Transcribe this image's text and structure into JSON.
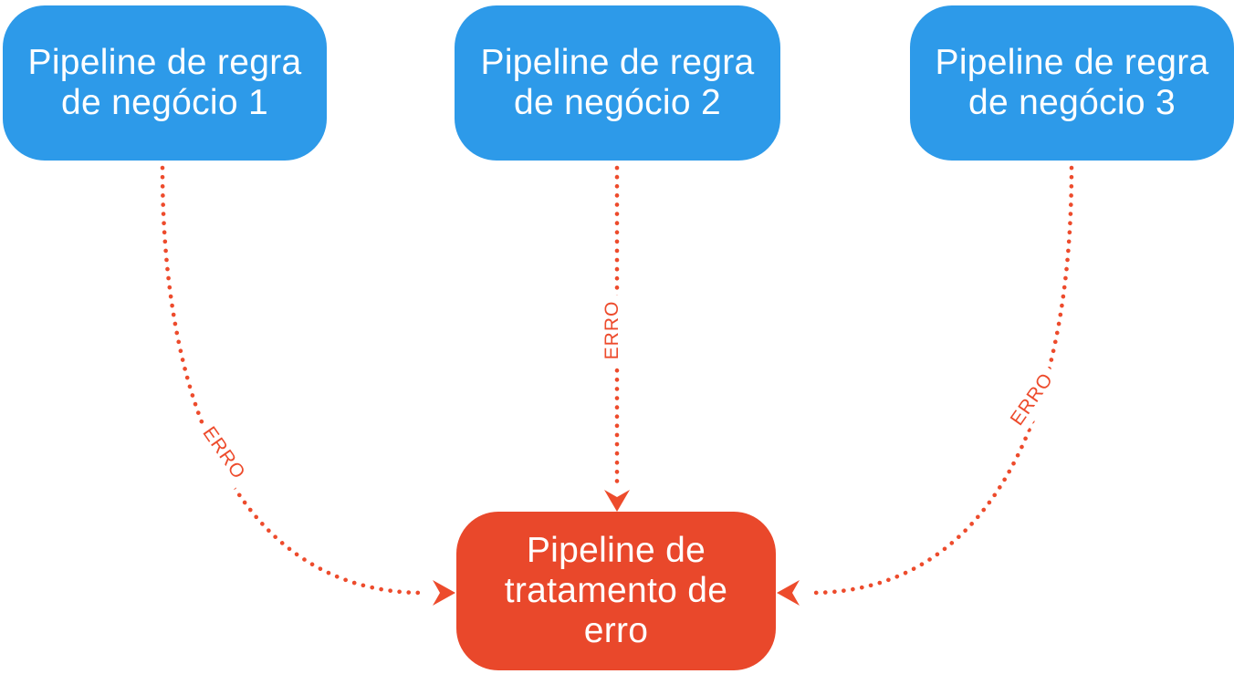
{
  "diagram": {
    "nodes": [
      {
        "id": "regra1",
        "type": "business-rule-pipeline",
        "label": "Pipeline de regra\nde negócio 1"
      },
      {
        "id": "regra2",
        "type": "business-rule-pipeline",
        "label": "Pipeline de regra\nde negócio 2"
      },
      {
        "id": "regra3",
        "type": "business-rule-pipeline",
        "label": "Pipeline de regra\nde negócio 3"
      },
      {
        "id": "erro",
        "type": "error-handling-pipeline",
        "label": "Pipeline de\ntratamento de\nerro"
      }
    ],
    "edges": [
      {
        "from": "regra1",
        "to": "erro",
        "label": "ERRO",
        "style": "dotted-curve"
      },
      {
        "from": "regra2",
        "to": "erro",
        "label": "ERRO",
        "style": "dotted-straight"
      },
      {
        "from": "regra3",
        "to": "erro",
        "label": "ERRO",
        "style": "dotted-curve"
      }
    ]
  },
  "colors": {
    "node_blue": "#2D9AE9",
    "node_red": "#E9482B",
    "edge_red": "#ED4B2C",
    "text_white": "#FFFFFF",
    "background": "#FFFFFF"
  }
}
